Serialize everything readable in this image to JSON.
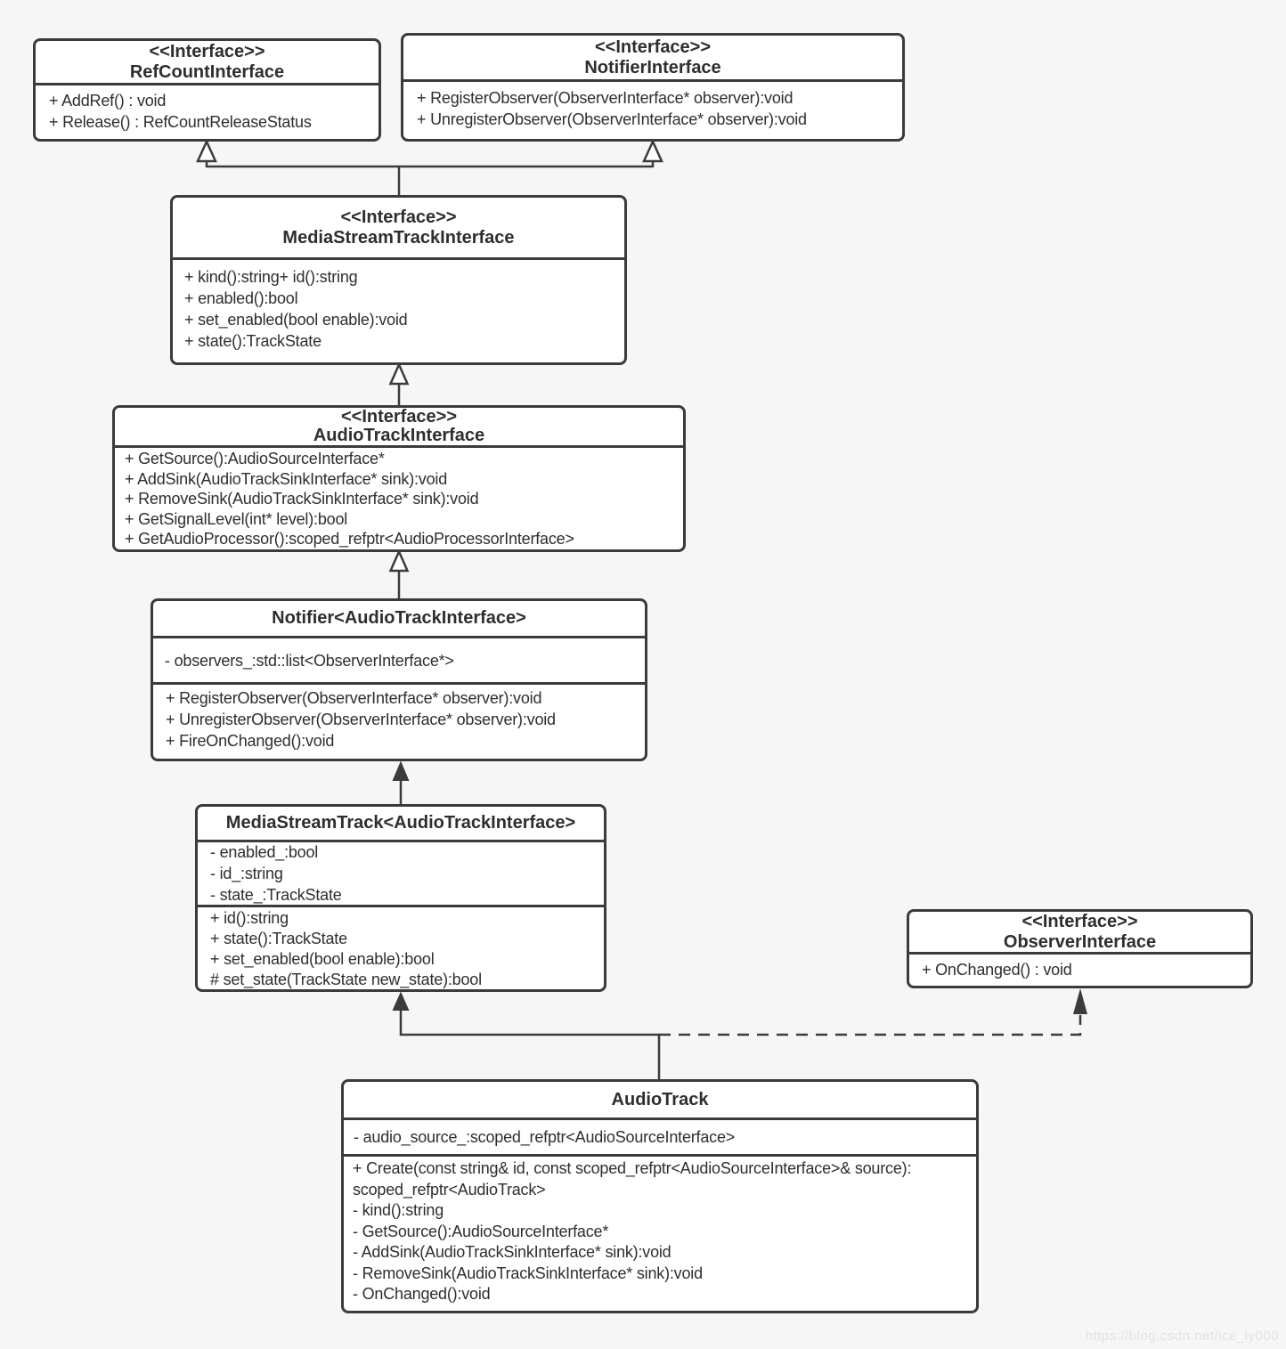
{
  "page": {
    "watermark": "https://blog.csdn.net/ice_ly000",
    "background": "#f6f6f7"
  },
  "colors": {
    "box_border": "#3b3b3b",
    "box_fill": "#ffffff",
    "line": "#3b3b3b",
    "watermark": "#e2e2e4"
  },
  "classes": {
    "refcount": {
      "stereotype": "<<Interface>>",
      "name": "RefCountInterface",
      "methods": [
        "+ AddRef() : void",
        "+ Release() : RefCountReleaseStatus"
      ]
    },
    "notifier_if": {
      "stereotype": "<<Interface>>",
      "name": "NotifierInterface",
      "methods": [
        "+ RegisterObserver(ObserverInterface* observer):void",
        "+ UnregisterObserver(ObserverInterface* observer):void"
      ]
    },
    "mst_if": {
      "stereotype": "<<Interface>>",
      "name": "MediaStreamTrackInterface",
      "methods": [
        "+ kind():string+ id():string",
        "+ enabled():bool",
        "+ set_enabled(bool enable):void",
        "+ state():TrackState"
      ]
    },
    "audio_if": {
      "stereotype": "<<Interface>>",
      "name": "AudioTrackInterface",
      "methods": [
        "+ GetSource():AudioSourceInterface*",
        "+ AddSink(AudioTrackSinkInterface* sink):void",
        "+ RemoveSink(AudioTrackSinkInterface* sink):void",
        "+ GetSignalLevel(int* level):bool",
        "+ GetAudioProcessor():scoped_refptr<AudioProcessorInterface>"
      ]
    },
    "notifier_t": {
      "name": "Notifier<AudioTrackInterface>",
      "attributes": [
        "- observers_:std::list<ObserverInterface*>"
      ],
      "methods": [
        "+ RegisterObserver(ObserverInterface* observer):void",
        "+ UnregisterObserver(ObserverInterface* observer):void",
        "+ FireOnChanged():void"
      ]
    },
    "mst_t": {
      "name": "MediaStreamTrack<AudioTrackInterface>",
      "attributes": [
        "- enabled_:bool",
        "- id_:string",
        "- state_:TrackState"
      ],
      "methods": [
        "+ id():string",
        "+ state():TrackState",
        "+ set_enabled(bool enable):bool",
        "# set_state(TrackState new_state):bool"
      ]
    },
    "observer_if": {
      "stereotype": "<<Interface>>",
      "name": "ObserverInterface",
      "methods": [
        "+ OnChanged() : void"
      ]
    },
    "audiotrack": {
      "name": "AudioTrack",
      "attributes": [
        "- audio_source_:scoped_refptr<AudioSourceInterface>"
      ],
      "methods": [
        "+ Create(const string& id, const scoped_refptr<AudioSourceInterface>& source): scoped_refptr<AudioTrack>",
        "- kind():string",
        "- GetSource():AudioSourceInterface*",
        "- AddSink(AudioTrackSinkInterface* sink):void",
        "- RemoveSink(AudioTrackSinkInterface* sink):void",
        "- OnChanged():void"
      ]
    }
  }
}
